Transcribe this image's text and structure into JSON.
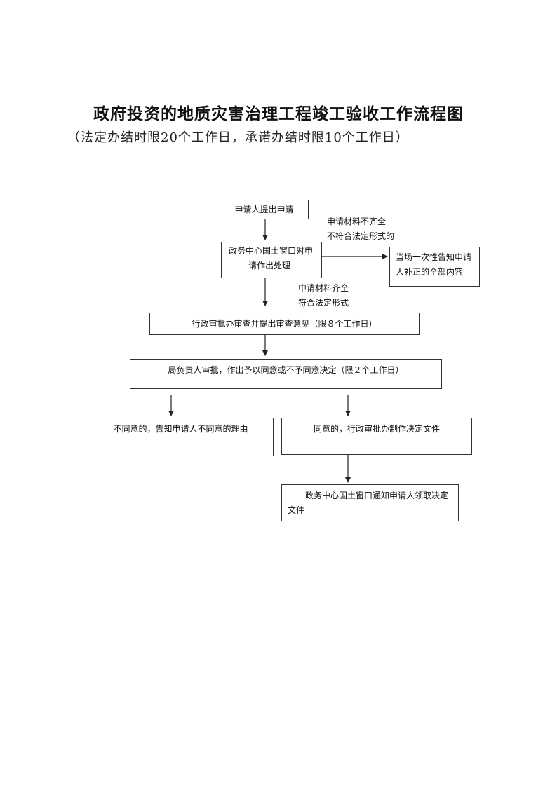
{
  "title": "政府投资的地质灾害治理工程竣工验收工作流程图",
  "subtitle": "（法定办结时限20个工作日，承诺办结时限10个工作日）",
  "flow": {
    "step_apply": "申请人提出申请",
    "step_window_line1": "政务中心国土窗口对申",
    "step_window_line2": "请作出处理",
    "note_incomplete_line1": "申请材料不齐全",
    "note_incomplete_line2": "不符合法定形式的",
    "step_notify_line1": "当场一次性告知申请",
    "step_notify_line2": "人补正的全部内容",
    "note_complete_line1": "申请材料齐全",
    "note_complete_line2": "符合法定形式",
    "step_review": "行政审批办审查并提出审查意见（限８个工作日）",
    "step_approve": "局负责人审批，作出予以同意或不予同意决定（限２个工作日）",
    "step_disagree": "不同意的，告知申请人不同意的理由",
    "step_agree": "同意的，行政审批办制作决定文件",
    "step_deliver_line1": "政务中心国土窗口通知申请人领取决定",
    "step_deliver_line2": "文件"
  }
}
